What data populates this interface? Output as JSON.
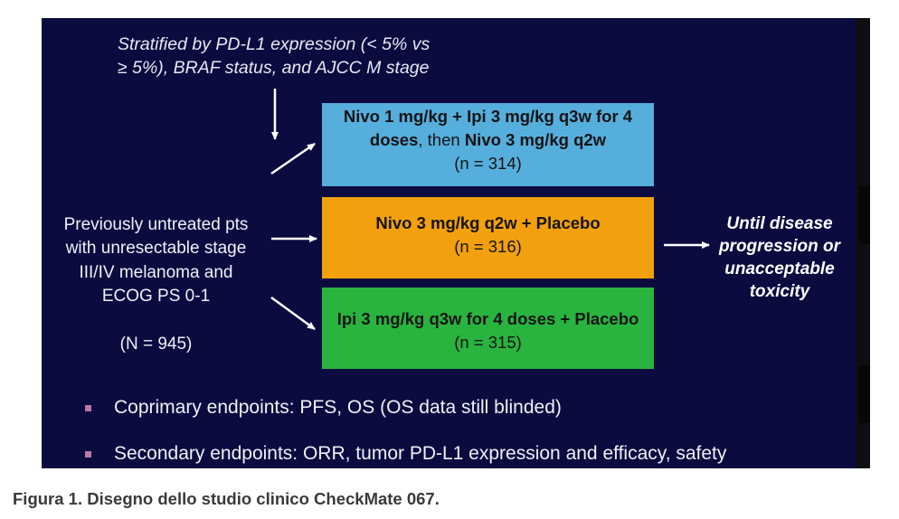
{
  "stratification": "Stratified by PD-L1 expression (< 5% vs\n≥ 5%), BRAF status, and AJCC M stage",
  "population": {
    "text": "Previously untreated pts\nwith unresectable stage\nIII/IV melanoma and\nECOG PS 0-1",
    "n": "(N = 945)"
  },
  "arms": [
    {
      "name": "arm-nivo-ipi",
      "color": "#56aedc",
      "line1_bold": "Nivo 1 mg/kg + Ipi 3 mg/kg q3w for 4",
      "line2_bold_a": "doses",
      "line2_normal": ", then ",
      "line2_bold_b": "Nivo 3 mg/kg q2w",
      "n": "(n = 314)"
    },
    {
      "name": "arm-nivo",
      "color": "#f2a00e",
      "line1_bold": "Nivo 3 mg/kg q2w + Placebo",
      "n": "(n = 316)"
    },
    {
      "name": "arm-ipi",
      "color": "#29b33f",
      "line1_bold": "Ipi 3 mg/kg q3w for 4 doses + Placebo",
      "n": "(n = 315)"
    }
  ],
  "outcome": "Until disease\nprogression or\nunacceptable\ntoxicity",
  "endpoints": [
    "Coprimary endpoints: PFS, OS (OS data still blinded)",
    "Secondary endpoints: ORR, tumor PD-L1 expression and efficacy, safety"
  ],
  "caption": "Figura 1. Disegno dello studio clinico CheckMate 067.",
  "colors": {
    "background": "#0b0b40",
    "bullet": "#b77aa8",
    "arrow": "#ffffff"
  }
}
